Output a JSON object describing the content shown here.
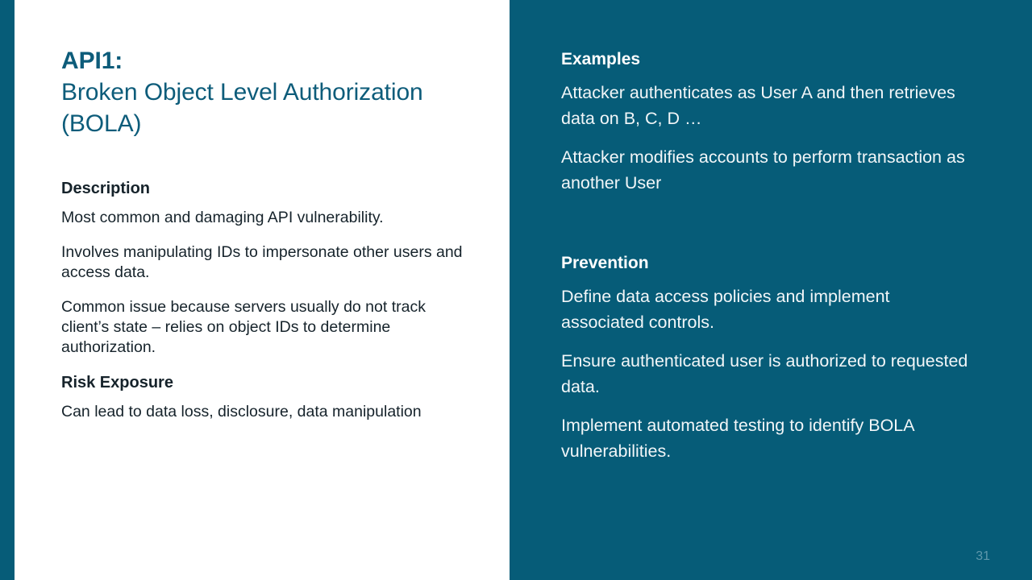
{
  "theme": {
    "teal": "#065C78",
    "title_color": "#0D5C7A",
    "body_color": "#16232B",
    "light_text": "#F2F6F8",
    "page_number_color": "#5E97AB",
    "background": "#ffffff"
  },
  "title": {
    "label": "API1:",
    "subject": "Broken Object Level Authorization (BOLA)"
  },
  "left_column": {
    "description_heading": "Description",
    "description_paragraphs": [
      "Most common and damaging API vulnerability.",
      "Involves manipulating IDs to impersonate other users and access data.",
      "Common issue because servers usually do not track client’s state – relies on object IDs to determine authorization."
    ],
    "risk_heading": "Risk Exposure",
    "risk_paragraphs": [
      "Can lead to data loss, disclosure, data manipulation"
    ]
  },
  "right_column": {
    "examples_heading": "Examples",
    "examples_paragraphs": [
      "Attacker authenticates as User A and then retrieves data on B, C, D …",
      "Attacker modifies accounts to perform transaction as another User"
    ],
    "prevention_heading": "Prevention",
    "prevention_paragraphs": [
      "Define data access policies and implement associated controls.",
      "Ensure authenticated user is authorized to requested data.",
      "Implement automated testing to identify BOLA vulnerabilities."
    ]
  },
  "footer": {
    "page_number": "31"
  }
}
